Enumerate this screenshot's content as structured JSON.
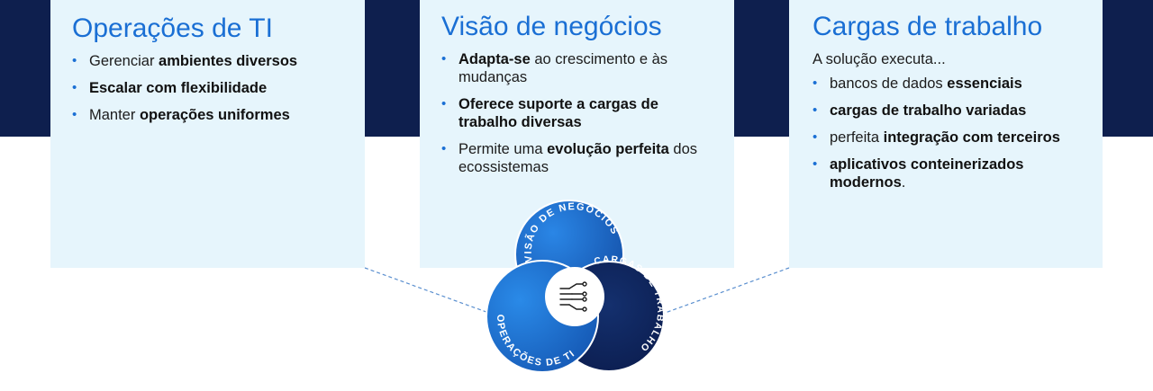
{
  "cards": {
    "ops": {
      "title": "Operações de TI",
      "bullets": [
        {
          "pre": "Gerenciar ",
          "bold": "ambientes diversos",
          "post": ""
        },
        {
          "pre": "",
          "bold": "Escalar com flexibilidade",
          "post": ""
        },
        {
          "pre": "Manter ",
          "bold": "operações uniformes",
          "post": ""
        }
      ]
    },
    "biz": {
      "title": "Visão de negócios",
      "bullets": [
        {
          "pre": "",
          "bold": "Adapta-se",
          "post": " ao crescimento e às mudanças"
        },
        {
          "pre": "",
          "bold": "Oferece suporte a cargas de trabalho diversas",
          "post": ""
        },
        {
          "pre": "Permite uma ",
          "bold": "evolução perfeita",
          "post": " dos ecossistemas"
        }
      ]
    },
    "wl": {
      "title": "Cargas de trabalho",
      "intro": "A solução executa...",
      "bullets": [
        {
          "pre": "bancos de dados ",
          "bold": "essenciais",
          "post": ""
        },
        {
          "pre": "",
          "bold": "cargas de trabalho variadas",
          "post": ""
        },
        {
          "pre": "perfeita ",
          "bold": "integração com terceiros",
          "post": ""
        },
        {
          "pre": "",
          "bold": "aplicativos conteinerizados modernos",
          "post": "."
        }
      ]
    }
  },
  "venn": {
    "top_label": "VISÃO DE NEGÓCIOS",
    "left_label": "OPERAÇÕES DE TI",
    "right_label": "CARGAS DE TRABALHO",
    "center_icon": "circuit-icon"
  },
  "colors": {
    "band": "#0e1f4e",
    "card": "#e6f5fc",
    "accent": "#1a6fd4",
    "ring_light": "#1b6fd2",
    "ring_mid": "#1450a8",
    "ring_dark": "#0d2158",
    "connector": "#5a8fcf"
  }
}
